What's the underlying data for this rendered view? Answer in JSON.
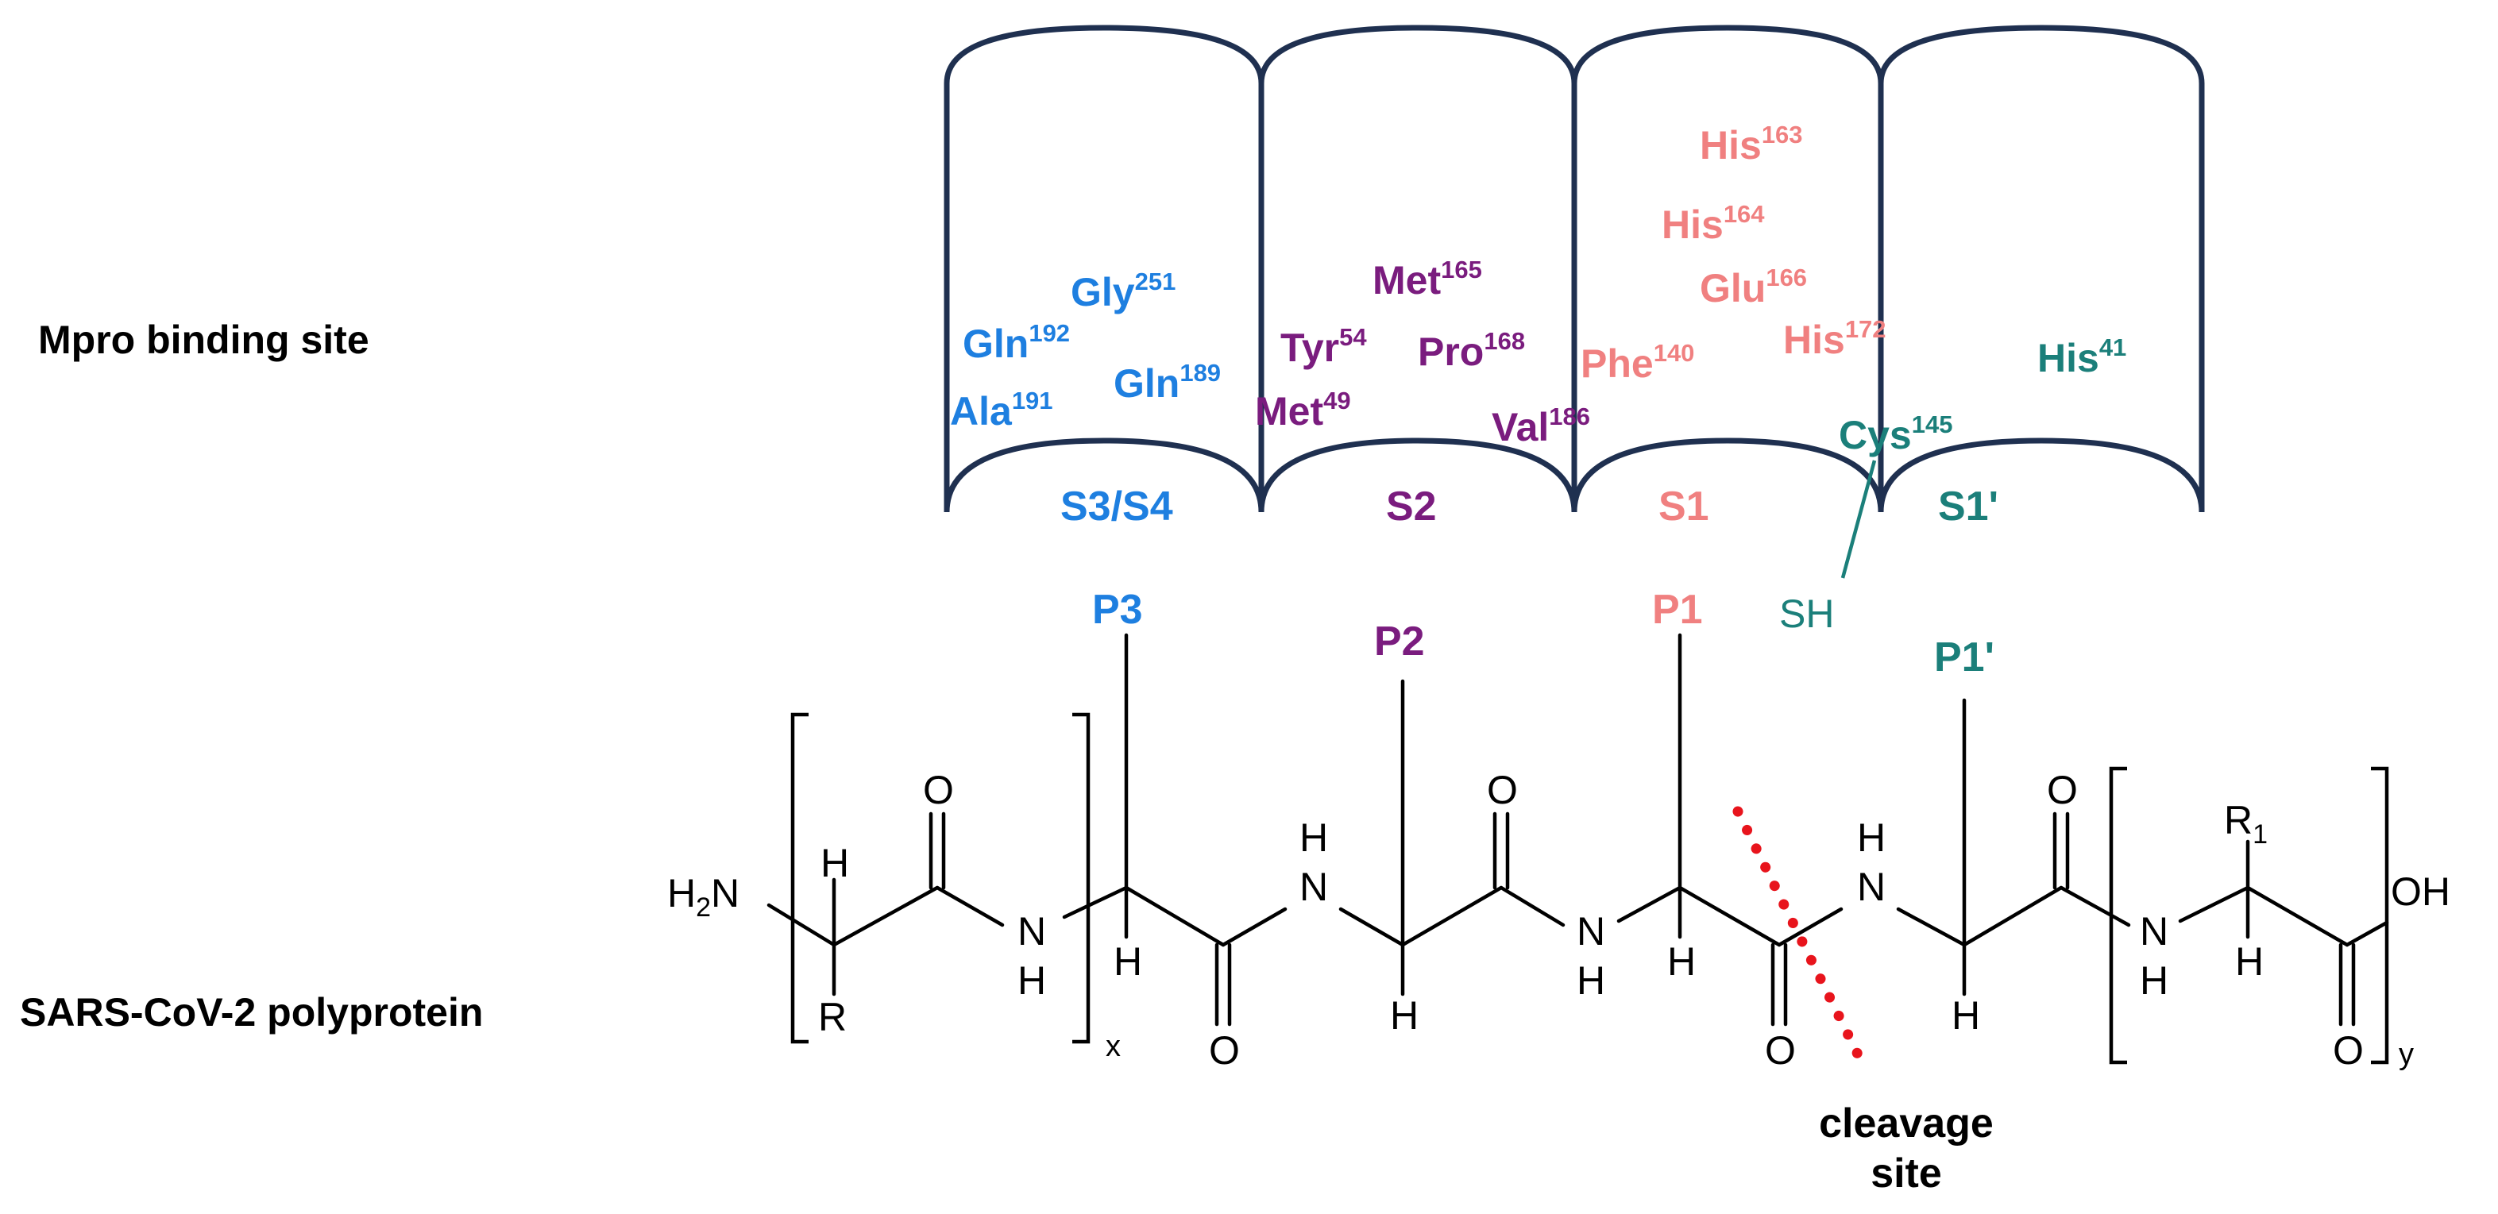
{
  "labels": {
    "binding_site": "Mpro binding site",
    "polyprotein": "SARS-CoV-2 polyprotein",
    "cleavage_line1": "cleavage",
    "cleavage_line2": "site"
  },
  "colors": {
    "s34": "#1e7fe0",
    "s2": "#7a1c7e",
    "s1": "#f08080",
    "s1p": "#1b7f7a",
    "cylinder": "#1f3050",
    "cleavage": "#e8141c",
    "bond": "#000000"
  },
  "pockets": [
    {
      "label": "S3/S4",
      "color_key": "s34"
    },
    {
      "label": "S2",
      "color_key": "s2"
    },
    {
      "label": "S1",
      "color_key": "s1"
    },
    {
      "label": "S1'",
      "color_key": "s1p"
    }
  ],
  "residues": {
    "gly251": {
      "name": "Gly",
      "num": "251"
    },
    "gln192": {
      "name": "Gln",
      "num": "192"
    },
    "gln189": {
      "name": "Gln",
      "num": "189"
    },
    "ala191": {
      "name": "Ala",
      "num": "191"
    },
    "met165": {
      "name": "Met",
      "num": "165"
    },
    "tyr54": {
      "name": "Tyr",
      "num": "54"
    },
    "pro168": {
      "name": "Pro",
      "num": "168"
    },
    "met49": {
      "name": "Met",
      "num": "49"
    },
    "val186": {
      "name": "Val",
      "num": "186"
    },
    "his163": {
      "name": "His",
      "num": "163"
    },
    "his164": {
      "name": "His",
      "num": "164"
    },
    "glu166": {
      "name": "Glu",
      "num": "166"
    },
    "his172": {
      "name": "His",
      "num": "172"
    },
    "phe140": {
      "name": "Phe",
      "num": "140"
    },
    "his41": {
      "name": "His",
      "num": "41"
    },
    "cys145": {
      "name": "Cys",
      "num": "145"
    }
  },
  "positions": {
    "p3": "P3",
    "p2": "P2",
    "p1": "P1",
    "p1p": "P1'"
  },
  "chem": {
    "sh": "SH",
    "h2n_h": "H",
    "h2n_2": "2",
    "h2n_n": "N",
    "O": "O",
    "N": "N",
    "H": "H",
    "R": "R",
    "R1": "R",
    "R1_sub": "1",
    "OH": "OH",
    "x": "x",
    "y": "y"
  }
}
